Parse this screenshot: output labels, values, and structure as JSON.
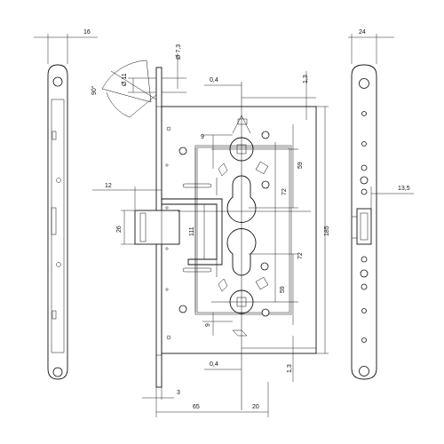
{
  "dimensions": {
    "left_plate_width": "16",
    "right_plate_width": "24",
    "angle": "90°",
    "diameter_small": "Ø 11",
    "diameter_large": "Ø 7,3",
    "offset_top": "0,4",
    "offset_bottom": "0,4",
    "top_gap": "1,3",
    "bottom_gap": "1,3",
    "cyl_gap_top": "9",
    "cyl_gap_bottom": "9",
    "hub_to_cyl_top": "59",
    "hub_to_cyl_bottom": "59",
    "center_to_top": "72",
    "center_to_bottom": "72",
    "body_height": "185",
    "latch_width": "12",
    "latch_height": "26",
    "inner_height": "111",
    "right_projection": "13,5",
    "faceplate_thickness": "3",
    "backset": "65",
    "face_offset": "20"
  }
}
